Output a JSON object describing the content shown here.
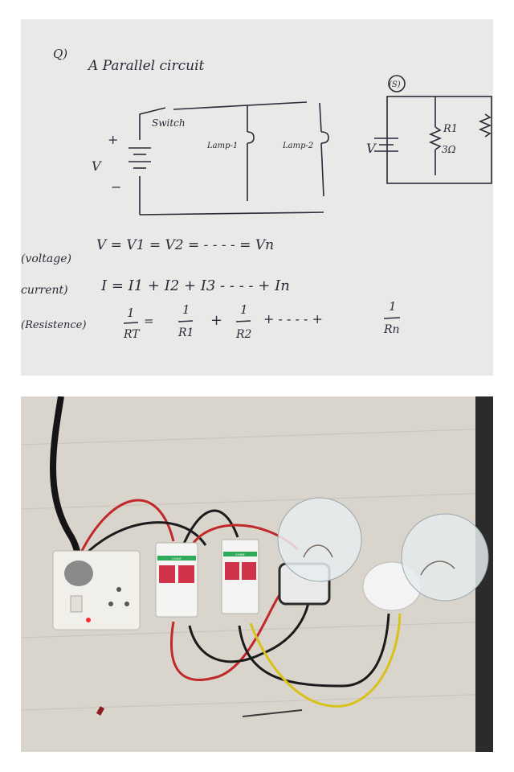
{
  "sketch": {
    "question_mark": "Q)",
    "title": "A Parallel circuit",
    "switch_label": "Switch",
    "lamp1_label": "Lamp-1",
    "lamp2_label": "Lamp-2",
    "plus_sign": "+",
    "minus_sign": "−",
    "v_label": "V",
    "meter_label": "(S)",
    "r1_label": "R1",
    "r1_value": "3Ω",
    "eq_voltage_tag": "(voltage)",
    "eq_voltage": "V = V1 = V2 = - - - - = Vn",
    "eq_current_tag": "current)",
    "eq_current": "I = I1 + I2 + I3 - - - - + In",
    "eq_resistance_tag": "(Resistence)",
    "eq_resistance_lhs_num": "1",
    "eq_resistance_lhs_den": "RT",
    "eq_resistance_t1_den": "R1",
    "eq_resistance_t2_den": "R2",
    "eq_resistance_tn_den": "Rn",
    "eq_resistance_dots": "+ - - - - +"
  },
  "photo": {
    "breaker1_brand": "CHINT",
    "breaker2_brand": "CHINT"
  },
  "colors": {
    "paper": "#e9e9e7",
    "ink": "#2a2a3a",
    "board": "#d9d5cd",
    "wire_red": "#c0282a",
    "wire_black": "#1b1b1b",
    "wire_yellow": "#d8c21a",
    "breaker_handle": "#d0334a"
  }
}
